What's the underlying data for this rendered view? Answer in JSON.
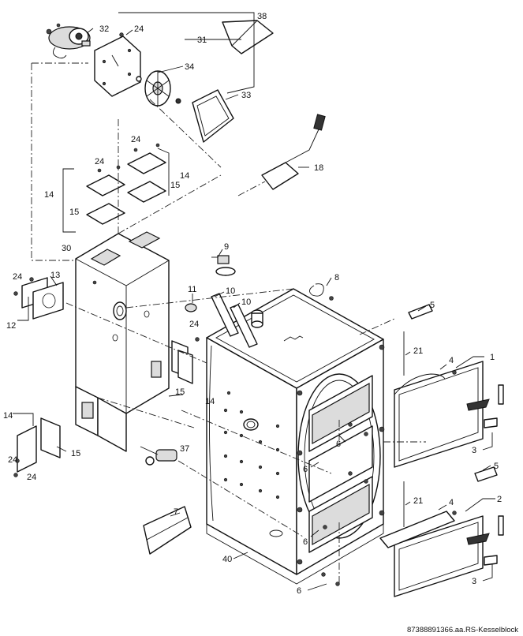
{
  "callouts": [
    {
      "id": "c1",
      "label": "1"
    },
    {
      "id": "c2",
      "label": "2"
    },
    {
      "id": "c3a",
      "label": "3"
    },
    {
      "id": "c3b",
      "label": "3"
    },
    {
      "id": "c4a",
      "label": "4"
    },
    {
      "id": "c4b",
      "label": "4"
    },
    {
      "id": "c5a",
      "label": "5"
    },
    {
      "id": "c5b",
      "label": "5"
    },
    {
      "id": "c6a",
      "label": "6"
    },
    {
      "id": "c6b",
      "label": "6"
    },
    {
      "id": "c6c",
      "label": "6"
    },
    {
      "id": "c6d",
      "label": "6"
    },
    {
      "id": "c7",
      "label": "7"
    },
    {
      "id": "c8",
      "label": "8"
    },
    {
      "id": "c9",
      "label": "9"
    },
    {
      "id": "c10a",
      "label": "10"
    },
    {
      "id": "c10b",
      "label": "10"
    },
    {
      "id": "c11",
      "label": "11"
    },
    {
      "id": "c12",
      "label": "12"
    },
    {
      "id": "c13",
      "label": "13"
    },
    {
      "id": "c14a",
      "label": "14"
    },
    {
      "id": "c14b",
      "label": "14"
    },
    {
      "id": "c14c",
      "label": "14"
    },
    {
      "id": "c14d",
      "label": "14"
    },
    {
      "id": "c15a",
      "label": "15"
    },
    {
      "id": "c15b",
      "label": "15"
    },
    {
      "id": "c15c",
      "label": "15"
    },
    {
      "id": "c15d",
      "label": "15"
    },
    {
      "id": "c18",
      "label": "18"
    },
    {
      "id": "c21a",
      "label": "21"
    },
    {
      "id": "c21b",
      "label": "21"
    },
    {
      "id": "c24a",
      "label": "24"
    },
    {
      "id": "c24b",
      "label": "24"
    },
    {
      "id": "c24c",
      "label": "24"
    },
    {
      "id": "c24d",
      "label": "24"
    },
    {
      "id": "c24e",
      "label": "24"
    },
    {
      "id": "c24f",
      "label": "24"
    },
    {
      "id": "c24g",
      "label": "24"
    },
    {
      "id": "c30",
      "label": "30"
    },
    {
      "id": "c31",
      "label": "31"
    },
    {
      "id": "c32",
      "label": "32"
    },
    {
      "id": "c33",
      "label": "33"
    },
    {
      "id": "c34",
      "label": "34"
    },
    {
      "id": "c37",
      "label": "37"
    },
    {
      "id": "c38",
      "label": "38"
    },
    {
      "id": "c40",
      "label": "40"
    }
  ],
  "document_reference": "87388891366.aa.RS-Kesselblock"
}
